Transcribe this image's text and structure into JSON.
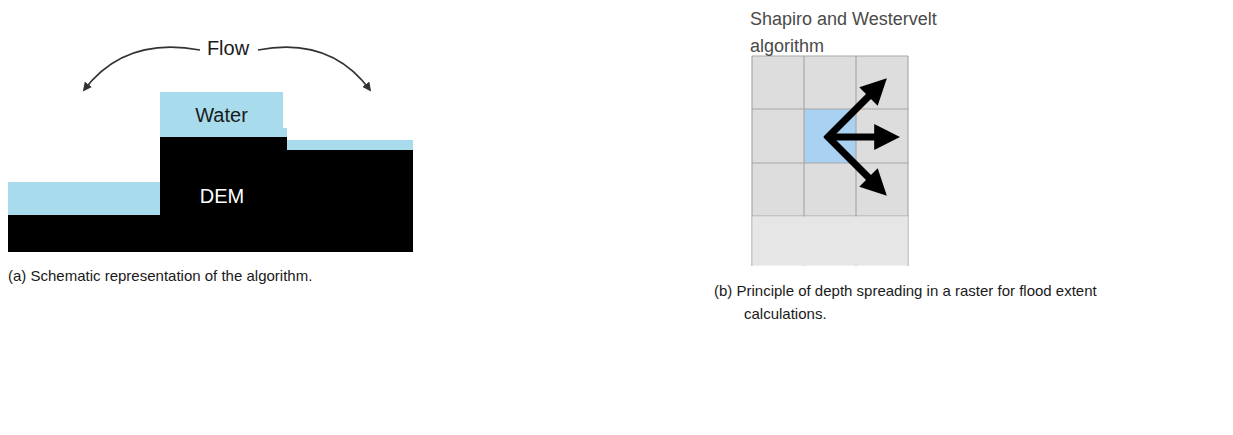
{
  "diagram": {
    "nodes": [
      {
        "text": [
          "Water"
        ]
      },
      {
        "text": [
          "DEM"
        ]
      }
    ],
    "labels": [
      "Flow",
      "(a) Schematic representation of the algorithm.",
      "Shapiro and Westervelt algorithm",
      "(b) Principle of depth spreading in a raster for flood extent calculations."
    ]
  }
}
